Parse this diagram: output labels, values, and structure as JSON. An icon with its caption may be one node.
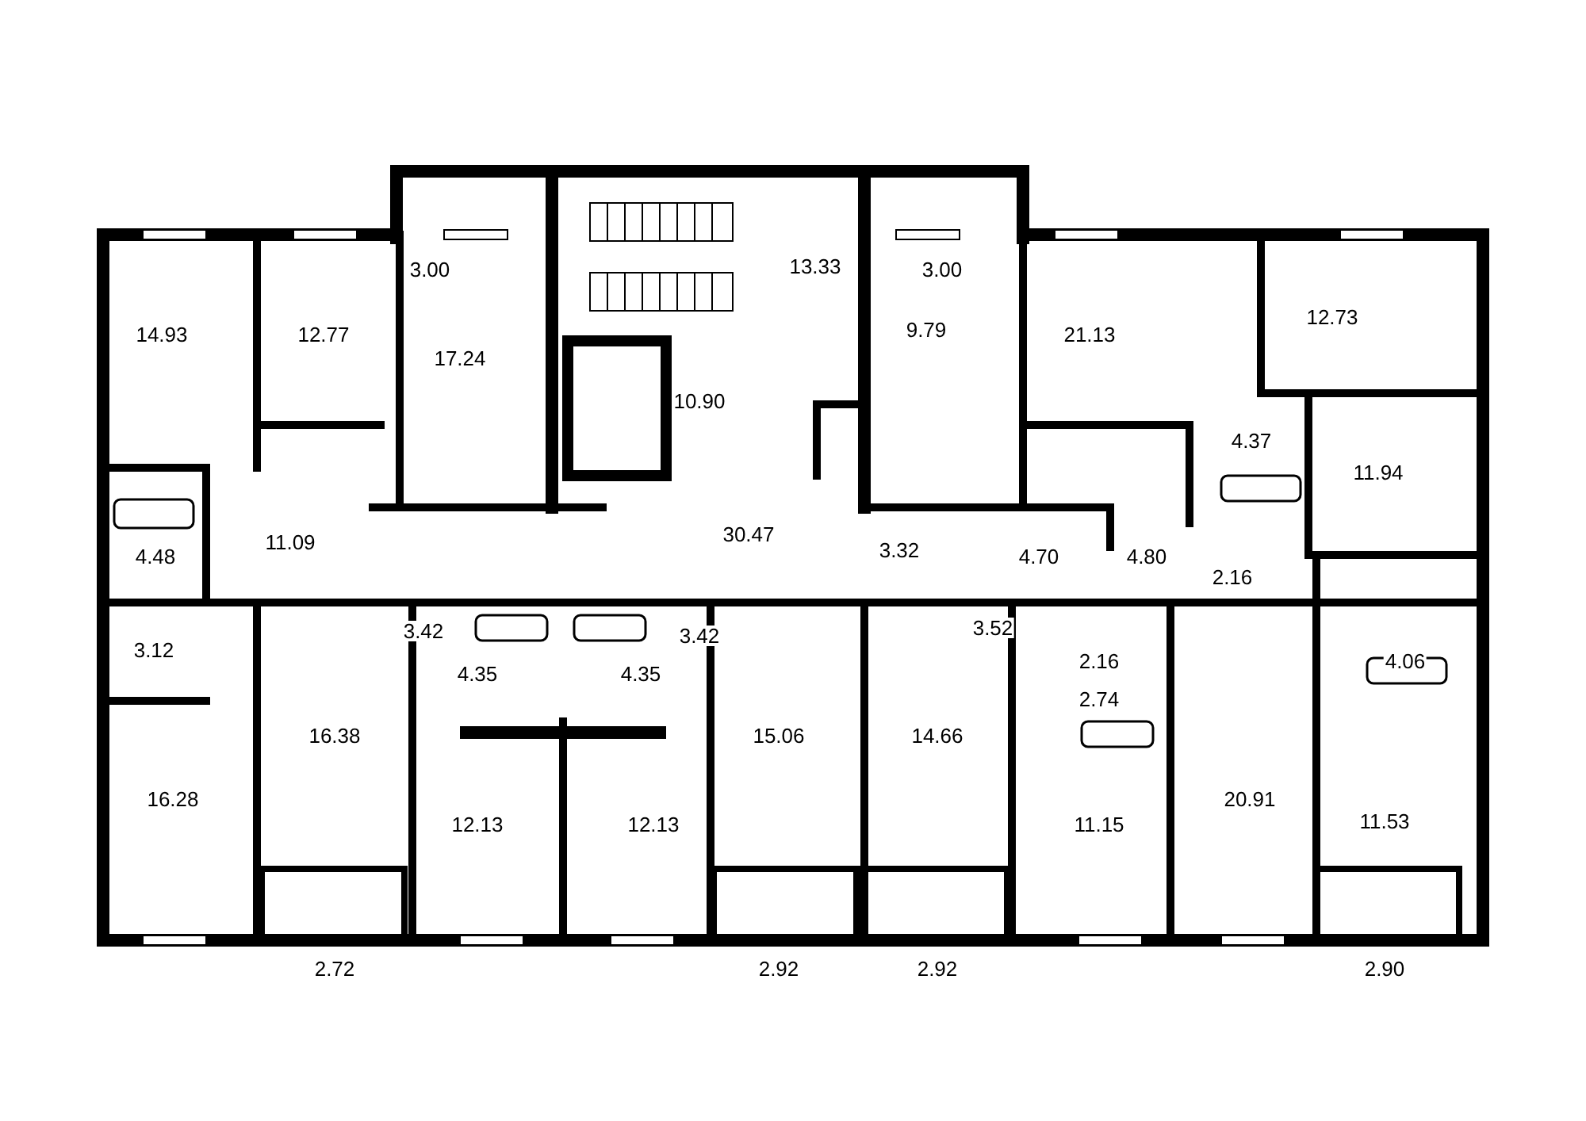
{
  "diagram": {
    "labels": [
      "3.00",
      "13.33",
      "3.00",
      "14.93",
      "12.77",
      "17.24",
      "9.79",
      "21.13",
      "12.73",
      "10.90",
      "4.37",
      "11.94",
      "30.47",
      "11.09",
      "3.32",
      "4.48",
      "4.70",
      "4.80",
      "2.16",
      "3.42",
      "3.42",
      "3.52",
      "3.12",
      "4.35",
      "4.35",
      "2.16",
      "4.06",
      "2.74",
      "16.38",
      "15.06",
      "14.66",
      "16.28",
      "20.91",
      "12.13",
      "12.13",
      "11.15",
      "11.53",
      "2.72",
      "2.92",
      "2.92",
      "2.90"
    ]
  }
}
